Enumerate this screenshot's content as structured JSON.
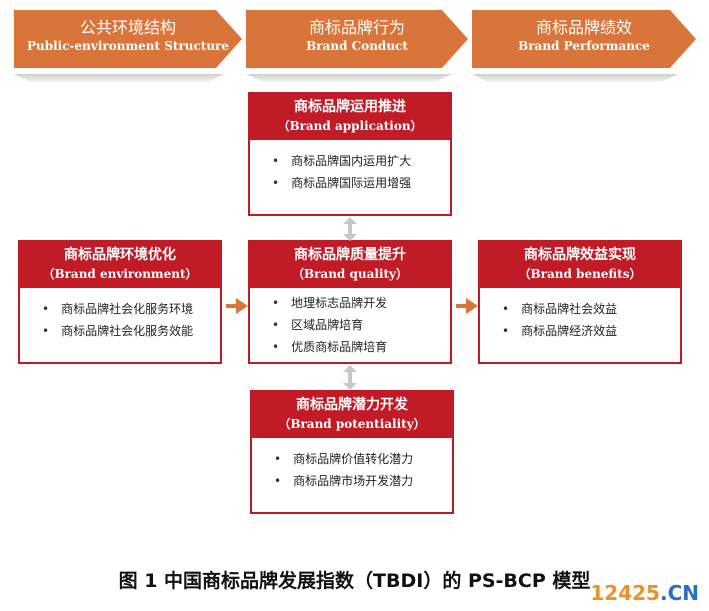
{
  "header": [
    {
      "zh": "公共环境结构",
      "en": "Public-environment Structure"
    },
    {
      "zh": "商标品牌行为",
      "en": "Brand Conduct"
    },
    {
      "zh": "商标品牌绩效",
      "en": "Brand Performance"
    }
  ],
  "boxes": {
    "application": {
      "zh": "商标品牌运用推进",
      "en": "（Brand application）",
      "items": [
        "商标品牌国内运用扩大",
        "商标品牌国际运用增强"
      ]
    },
    "environment": {
      "zh": "商标品牌环境优化",
      "en": "（Brand environment）",
      "items": [
        "商标品牌社会化服务环境",
        "商标品牌社会化服务效能"
      ]
    },
    "quality": {
      "zh": "商标品牌质量提升",
      "en": "（Brand quality）",
      "items": [
        "地理标志品牌开发",
        "区域品牌培育",
        "优质商标品牌培育"
      ]
    },
    "benefits": {
      "zh": "商标品牌效益实现",
      "en": "（Brand benefits）",
      "items": [
        "商标品牌社会效益",
        "商标品牌经济效益"
      ]
    },
    "potentiality": {
      "zh": "商标品牌潜力开发",
      "en": "（Brand potentiality）",
      "items": [
        "商标品牌价值转化潜力",
        "商标品牌市场开发潜力"
      ]
    }
  },
  "caption": "图 1  中国商标品牌发展指数（TBDI）的 PS-BCP 模型",
  "watermark": {
    "part1": "12425",
    "part2": ".CN"
  }
}
